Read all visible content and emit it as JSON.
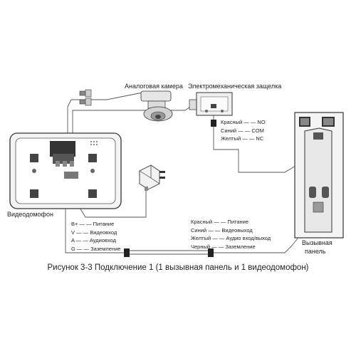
{
  "labels": {
    "camera": "Аналоговая камера",
    "lock": "Электромеханическая защелка",
    "monitor": "Видеодомофон",
    "panel_line1": "Вызывная",
    "panel_line2": "панель"
  },
  "lock_wires": [
    "Красный — — NO",
    "Синий — — COM",
    "Желтый — — NC"
  ],
  "monitor_wires": [
    "B+ — — Питание",
    "V — — Видеовход",
    "A — — Аудиовход",
    "G — — Заземление"
  ],
  "panel_wires": [
    "Красный — — Питание",
    "Синий — — Видеовыход",
    "Желтый — — Аудио вход/выход",
    "Черный — — Заземление"
  ],
  "caption": "Рисунок 3-3 Подключение 1 (1 вызывная панель и 1 видеодомофон)"
}
